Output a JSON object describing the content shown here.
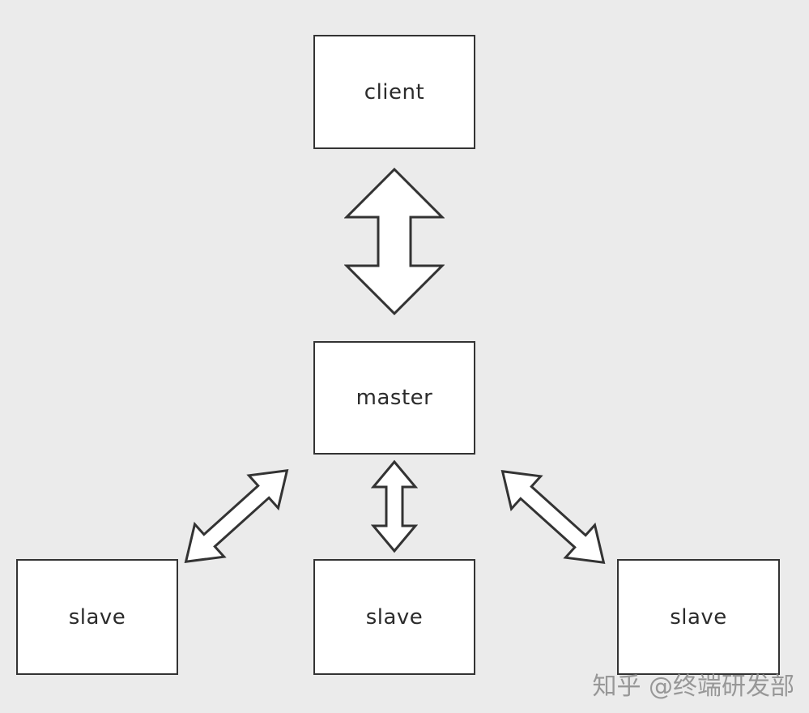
{
  "diagram": {
    "nodes": [
      {
        "id": "client",
        "label": "client"
      },
      {
        "id": "master",
        "label": "master"
      },
      {
        "id": "slave-left",
        "label": "slave"
      },
      {
        "id": "slave-middle",
        "label": "slave"
      },
      {
        "id": "slave-right",
        "label": "slave"
      }
    ],
    "edges": [
      {
        "from": "client",
        "to": "master",
        "type": "double-headed-arrow",
        "orientation": "vertical"
      },
      {
        "from": "master",
        "to": "slave-left",
        "type": "double-headed-arrow",
        "orientation": "diagonal-down-left"
      },
      {
        "from": "master",
        "to": "slave-middle",
        "type": "double-headed-arrow",
        "orientation": "vertical"
      },
      {
        "from": "master",
        "to": "slave-right",
        "type": "double-headed-arrow",
        "orientation": "diagonal-down-right"
      }
    ],
    "colors": {
      "background": "#ebebeb",
      "box_fill": "#ffffff",
      "box_border": "#333333",
      "text": "#2b2b2b",
      "arrow_fill": "#ffffff",
      "arrow_stroke": "#333333",
      "watermark": "#8f8f8f"
    }
  },
  "watermark": {
    "text": "知乎 @终端研发部"
  }
}
